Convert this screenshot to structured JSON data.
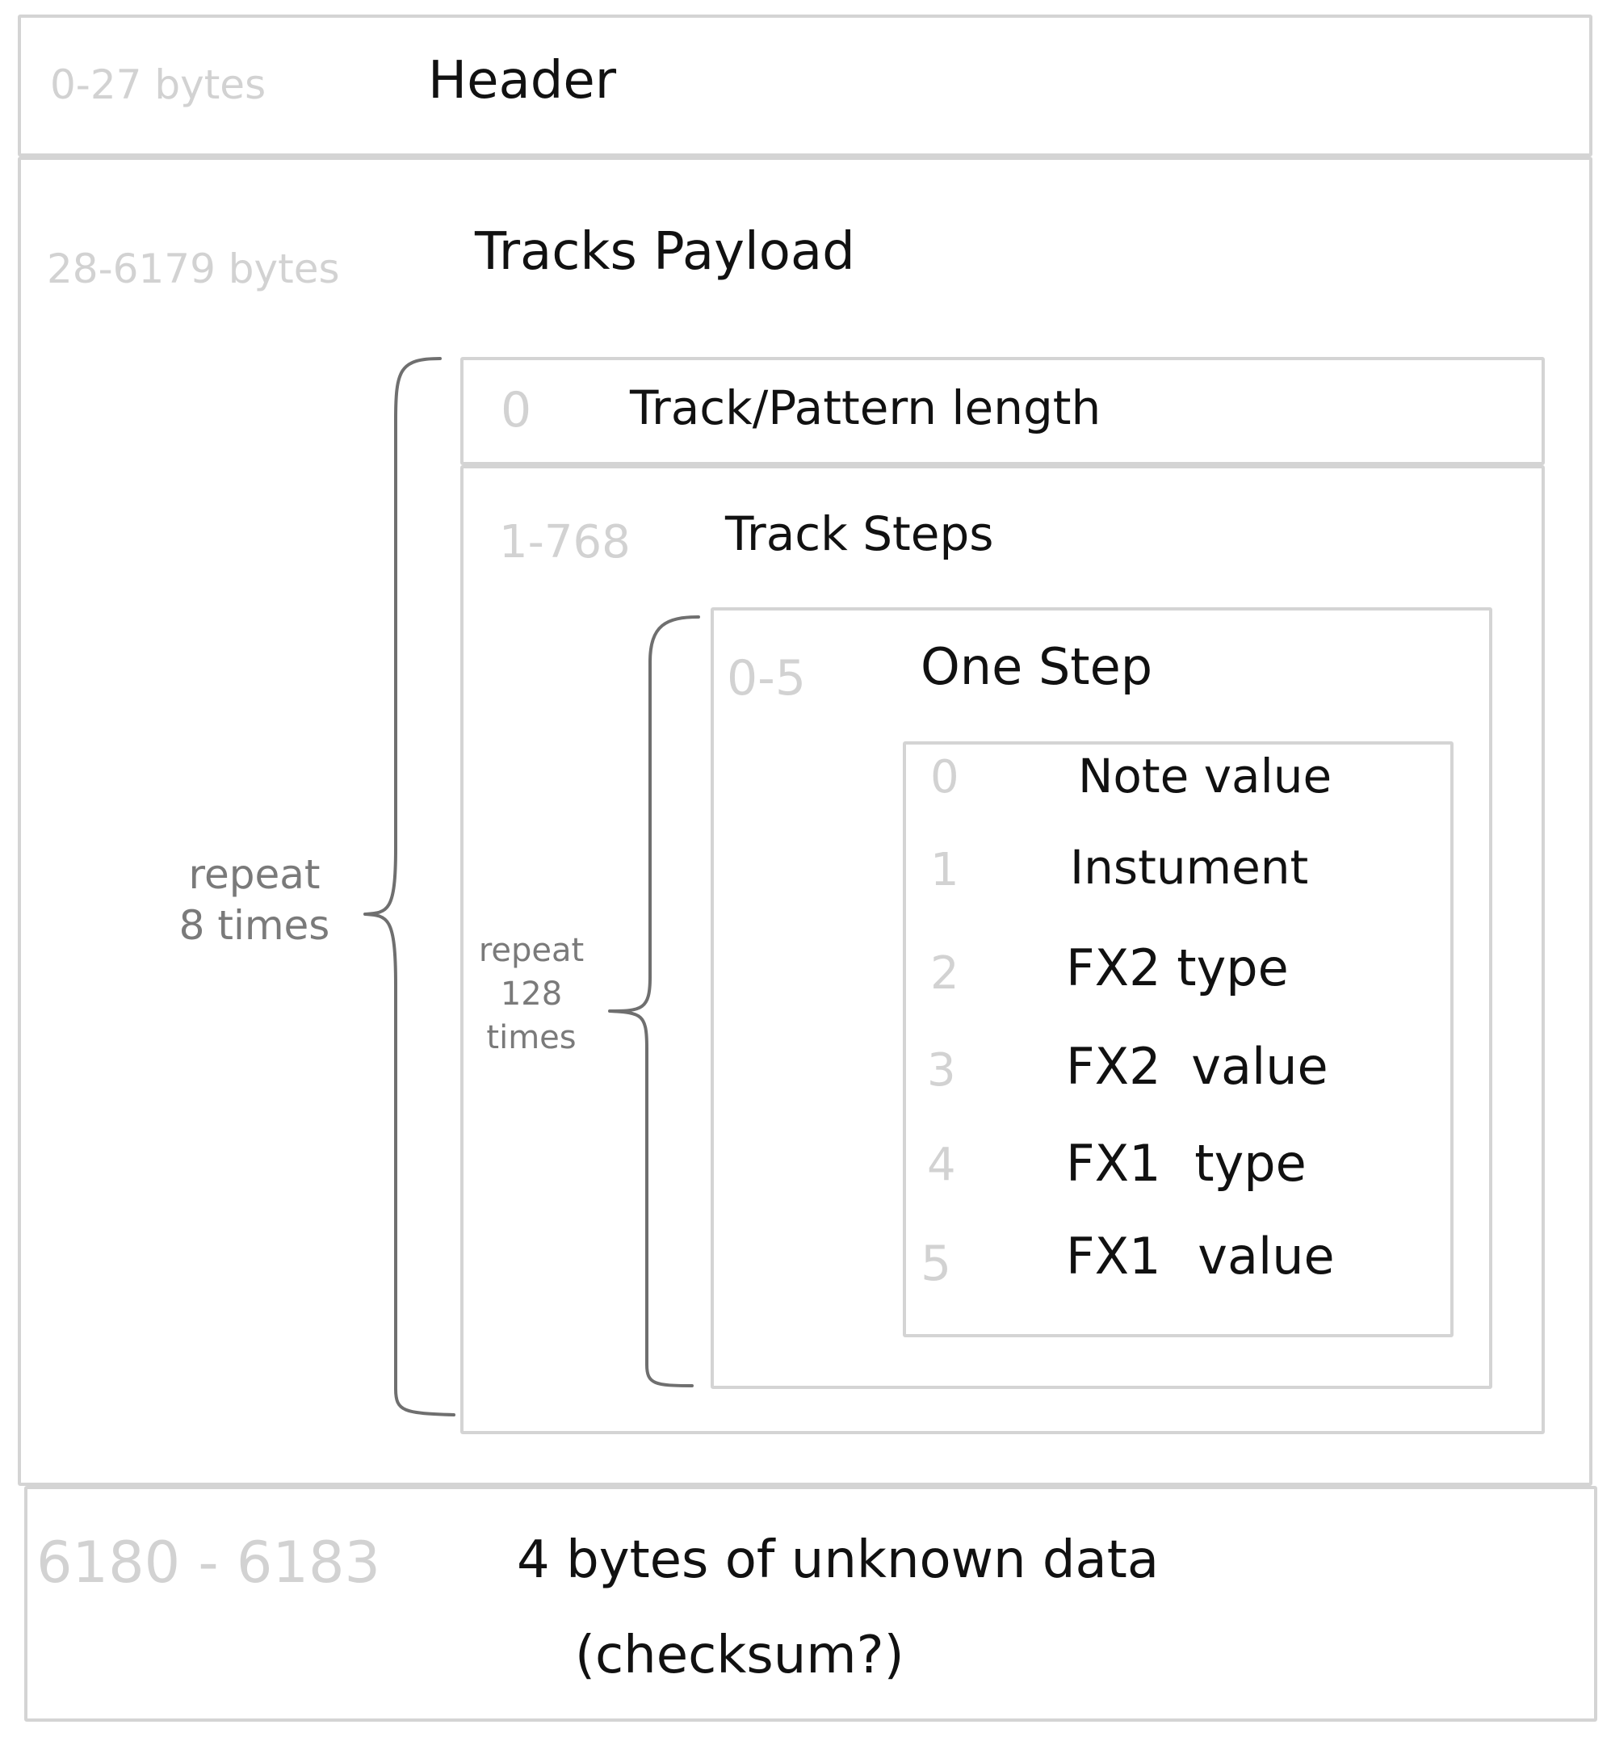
{
  "sections": {
    "header": {
      "offset": "0-27 bytes",
      "title": "Header"
    },
    "payload": {
      "offset": "28-6179 bytes",
      "title": "Tracks Payload"
    },
    "checksum": {
      "offset": "6180 - 6183",
      "title": "4 bytes of unknown data",
      "subtitle": "(checksum?)"
    }
  },
  "track": {
    "length": {
      "offset": "0",
      "title": "Track/Pattern length"
    },
    "steps": {
      "offset": "1-768",
      "title": "Track Steps"
    },
    "repeat": "repeat\n8 times"
  },
  "step": {
    "offset": "0-5",
    "title": "One Step",
    "repeat": "repeat\n128\ntimes",
    "fields": [
      {
        "index": "0",
        "name": "Note value"
      },
      {
        "index": "1",
        "name": "Instument"
      },
      {
        "index": "2",
        "name": "FX2 type"
      },
      {
        "index": "3",
        "name": "FX2 value"
      },
      {
        "index": "4",
        "name": "FX1 type"
      },
      {
        "index": "5",
        "name": "FX1 value"
      }
    ]
  },
  "colors": {
    "box_stroke": "#d4d4d4",
    "offset_text": "#d2d2d2",
    "title_text": "#111111",
    "brace": "#6f6f6f",
    "repeat_text": "#7a7a7a"
  }
}
